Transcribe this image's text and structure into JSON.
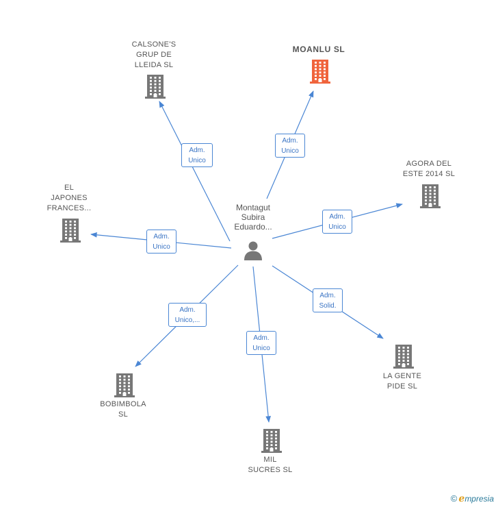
{
  "center": {
    "name_lines": [
      "Montagut",
      "Subira",
      "Eduardo..."
    ],
    "icon": "person-icon"
  },
  "companies": [
    {
      "id": "calsones",
      "lines": [
        "CALSONE'S",
        "GRUP DE",
        "LLEIDA SL"
      ],
      "highlight": false,
      "role_lines": [
        "Adm.",
        "Unico"
      ]
    },
    {
      "id": "moanlu",
      "lines": [
        "MOANLU  SL"
      ],
      "highlight": true,
      "role_lines": [
        "Adm.",
        "Unico"
      ]
    },
    {
      "id": "agora",
      "lines": [
        "AGORA DEL",
        "ESTE 2014  SL"
      ],
      "highlight": false,
      "role_lines": [
        "Adm.",
        "Unico"
      ]
    },
    {
      "id": "japones",
      "lines": [
        "EL",
        "JAPONES",
        "FRANCES..."
      ],
      "highlight": false,
      "role_lines": [
        "Adm.",
        "Unico"
      ]
    },
    {
      "id": "lagente",
      "lines": [
        "LA GENTE",
        "PIDE  SL"
      ],
      "highlight": false,
      "role_lines": [
        "Adm.",
        "Solid."
      ]
    },
    {
      "id": "bobimbola",
      "lines": [
        "BOBIMBOLA",
        "SL"
      ],
      "highlight": false,
      "role_lines": [
        "Adm.",
        "Unico,..."
      ]
    },
    {
      "id": "milsucres",
      "lines": [
        "MIL",
        "SUCRES SL"
      ],
      "highlight": false,
      "role_lines": [
        "Adm.",
        "Unico"
      ]
    }
  ],
  "colors": {
    "edge": "#4a86d4",
    "building": "#777777",
    "building_highlight": "#f0643c",
    "person": "#777777"
  },
  "footer": {
    "copyright_symbol": "©",
    "brand_initial": "ℯ",
    "brand_rest": "mpresia"
  }
}
